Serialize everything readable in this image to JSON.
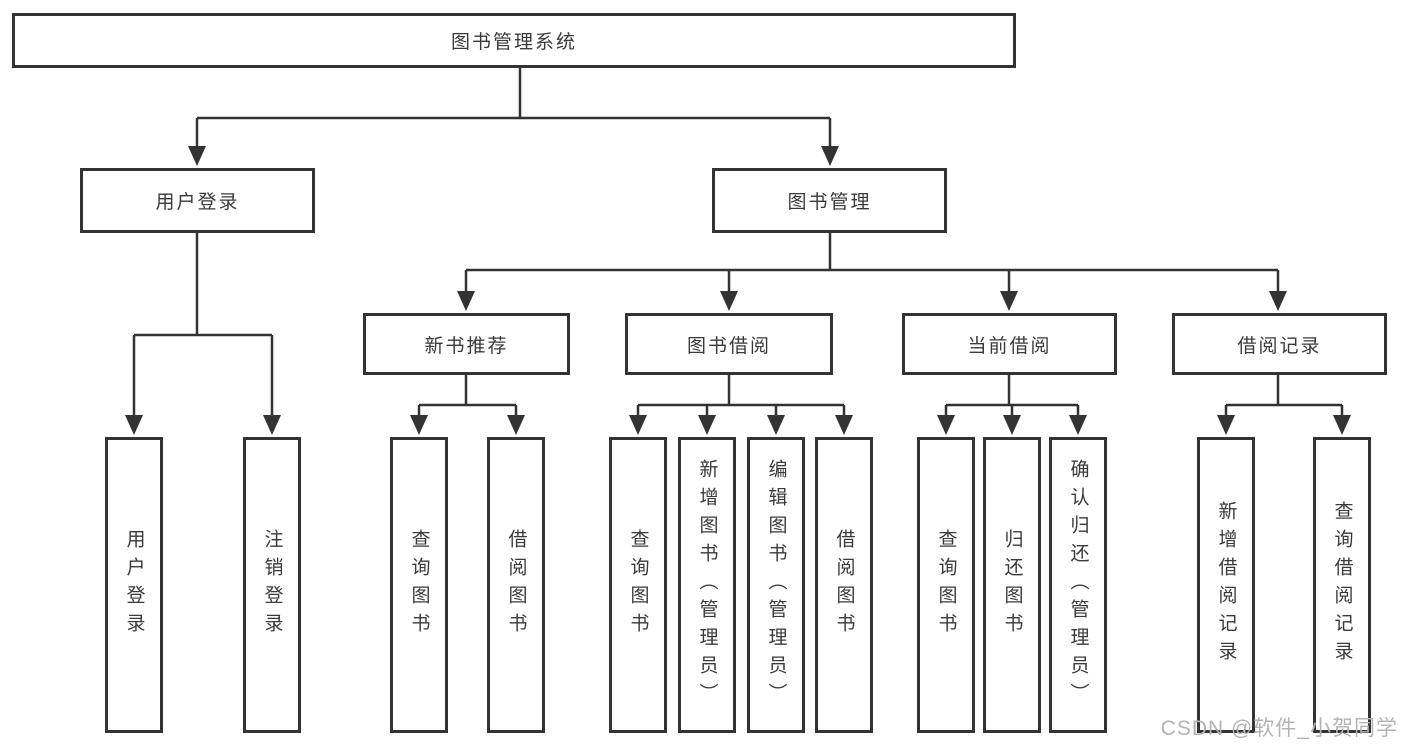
{
  "diagram": {
    "root": {
      "label": "图书管理系统"
    },
    "branches": [
      {
        "label": "用户登录",
        "children": [
          {
            "label": "用户登录"
          },
          {
            "label": "注销登录"
          }
        ]
      },
      {
        "label": "图书管理",
        "children": [
          {
            "label": "新书推荐",
            "children": [
              {
                "label": "查询图书"
              },
              {
                "label": "借阅图书"
              }
            ]
          },
          {
            "label": "图书借阅",
            "children": [
              {
                "label": "查询图书"
              },
              {
                "label": "新增图书（管理员）"
              },
              {
                "label": "编辑图书（管理员）"
              },
              {
                "label": "借阅图书"
              }
            ]
          },
          {
            "label": "当前借阅",
            "children": [
              {
                "label": "查询图书"
              },
              {
                "label": "归还图书"
              },
              {
                "label": "确认归还（管理员）"
              }
            ]
          },
          {
            "label": "借阅记录",
            "children": [
              {
                "label": "新增借阅记录"
              },
              {
                "label": "查询借阅记录"
              }
            ]
          }
        ]
      }
    ],
    "watermark": "CSDN @软件_小贺同学",
    "colors": {
      "border": "#333333",
      "line": "#333333",
      "text": "#3a3a3a",
      "watermark": "#b3b3b3",
      "background": "#ffffff"
    }
  }
}
